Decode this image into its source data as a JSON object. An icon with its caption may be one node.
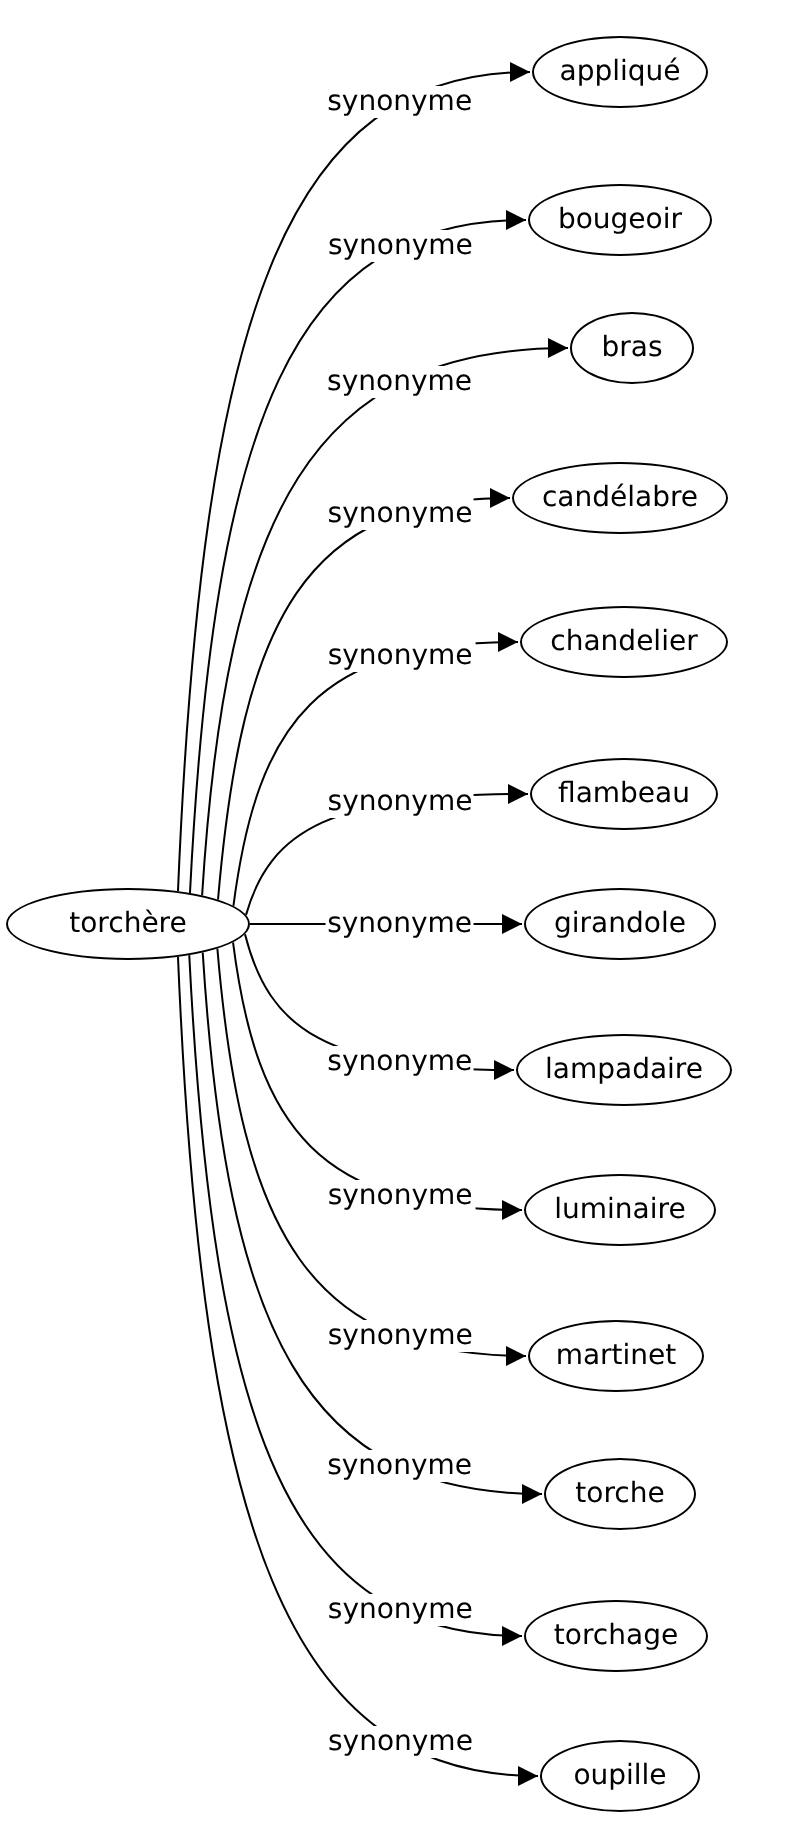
{
  "diagram": {
    "nodes": [
      {
        "text": [
          "torchère"
        ]
      },
      {
        "text": [
          "appliqué"
        ]
      },
      {
        "text": [
          "bougeoir"
        ]
      },
      {
        "text": [
          "bras"
        ]
      },
      {
        "text": [
          "candélabre"
        ]
      },
      {
        "text": [
          "chandelier"
        ]
      },
      {
        "text": [
          "flambeau"
        ]
      },
      {
        "text": [
          "girandole"
        ]
      },
      {
        "text": [
          "lampadaire"
        ]
      },
      {
        "text": [
          "luminaire"
        ]
      },
      {
        "text": [
          "martinet"
        ]
      },
      {
        "text": [
          "torche"
        ]
      },
      {
        "text": [
          "torchage"
        ]
      },
      {
        "text": [
          "oupille"
        ]
      }
    ],
    "edges": [
      {
        "from": 0,
        "to": 1,
        "arrow": "to",
        "label": "synonyme"
      },
      {
        "from": 0,
        "to": 2,
        "arrow": "to",
        "label": "synonyme"
      },
      {
        "from": 0,
        "to": 3,
        "arrow": "to",
        "label": "synonyme"
      },
      {
        "from": 0,
        "to": 4,
        "arrow": "to",
        "label": "synonyme"
      },
      {
        "from": 0,
        "to": 5,
        "arrow": "to",
        "label": "synonyme"
      },
      {
        "from": 0,
        "to": 6,
        "arrow": "to",
        "label": "synonyme"
      },
      {
        "from": 0,
        "to": 7,
        "arrow": "to",
        "label": "synonyme"
      },
      {
        "from": 0,
        "to": 8,
        "arrow": "to",
        "label": "synonyme"
      },
      {
        "from": 0,
        "to": 9,
        "arrow": "to",
        "label": "synonyme"
      },
      {
        "from": 0,
        "to": 10,
        "arrow": "to",
        "label": "synonyme"
      },
      {
        "from": 0,
        "to": 11,
        "arrow": "to",
        "label": "synonyme"
      },
      {
        "from": 0,
        "to": 12,
        "arrow": "to",
        "label": "synonyme"
      },
      {
        "from": 0,
        "to": 13,
        "arrow": "to",
        "label": "synonyme"
      }
    ]
  }
}
